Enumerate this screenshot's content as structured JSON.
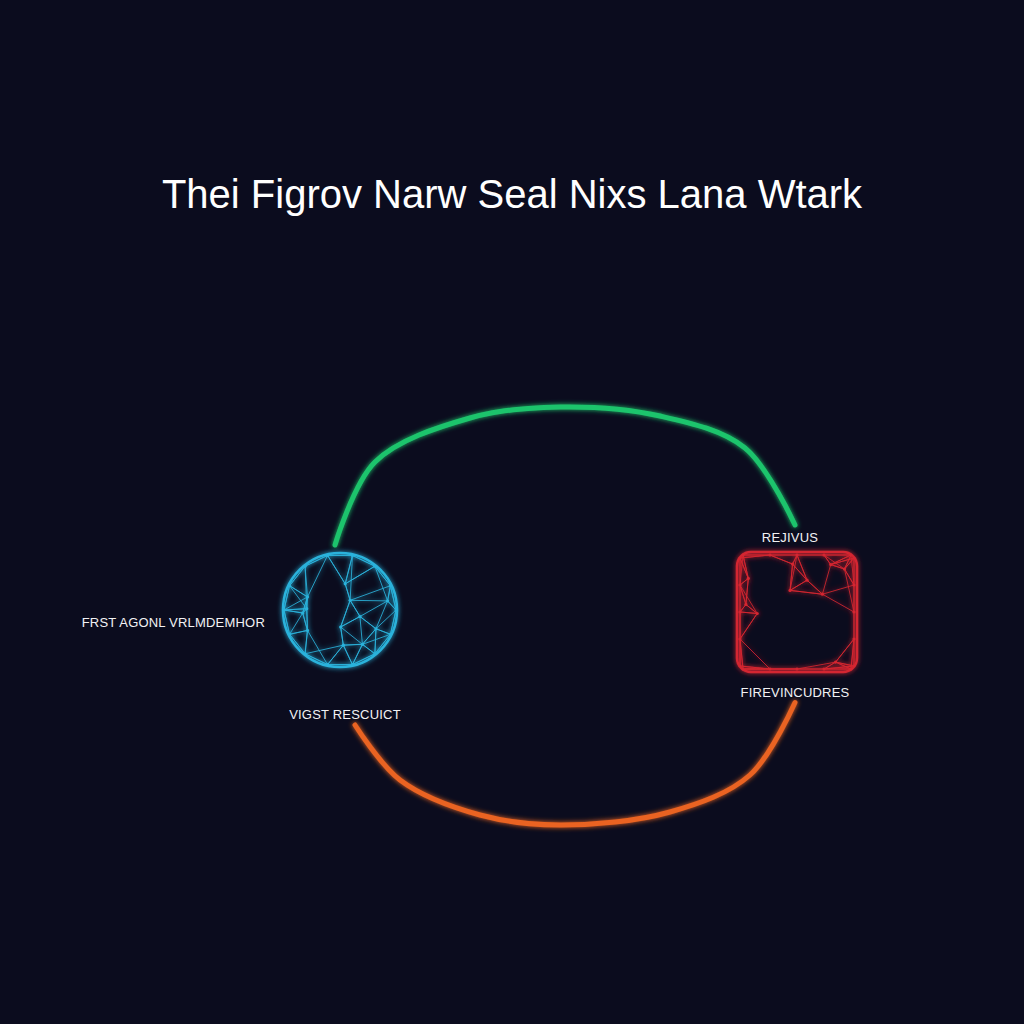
{
  "diagram": {
    "title": "Thei Figrov Narw Seal Nixs Lana Wtark",
    "nodes": [
      {
        "text": [
          "FRST AGONL VRLMDEMHOR",
          "VIGST RESCUICT"
        ]
      },
      {
        "text": [
          "REJIVUS",
          "FIREVINCUDRES"
        ]
      }
    ],
    "edges": [
      {
        "from": 0,
        "to": 1,
        "arrow": "none"
      },
      {
        "from": 0,
        "to": 1,
        "arrow": "none"
      }
    ]
  }
}
